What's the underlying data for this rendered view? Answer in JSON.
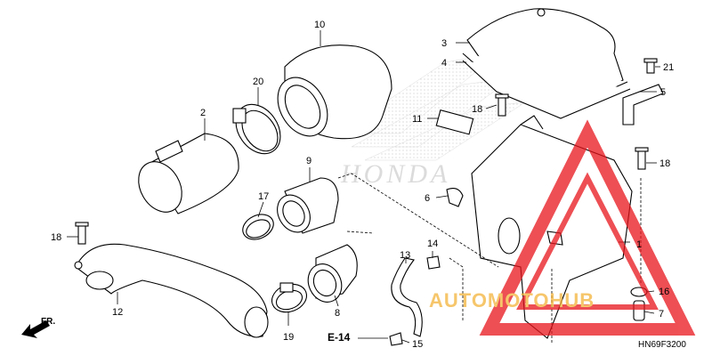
{
  "callouts": [
    "1",
    "2",
    "3",
    "4",
    "5",
    "6",
    "7",
    "8",
    "9",
    "10",
    "11",
    "12",
    "13",
    "14",
    "15",
    "16",
    "17",
    "18",
    "18",
    "18",
    "19",
    "20",
    "21"
  ],
  "ref_label": "E-14",
  "front_label": "FR.",
  "diagram_code": "HN69F3200",
  "watermark": {
    "text": "AUTOMOTOHUB",
    "color": "#e8151c",
    "text_color": "#f4b43a"
  },
  "background_logo": {
    "text": "HONDA"
  },
  "icons": {
    "front": "front-arrow-icon",
    "watermark_logo": "triangle-logo-icon"
  }
}
